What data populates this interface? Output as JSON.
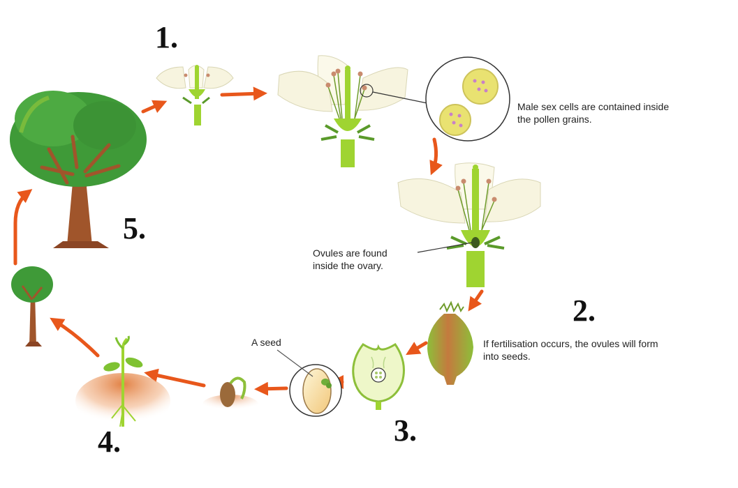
{
  "stages": {
    "s1": "1.",
    "s2": "2.",
    "s3": "3.",
    "s4": "4.",
    "s5": "5."
  },
  "captions": {
    "pollen": [
      "Male sex cells are contained inside",
      "the pollen grains."
    ],
    "ovules": [
      "Ovules are found",
      "inside the ovary."
    ],
    "fertilisation": [
      "If fertilisation occurs, the ovules will form",
      "into seeds."
    ],
    "seed": [
      "A seed"
    ]
  },
  "colors": {
    "arrow": "#e8571b",
    "petal": "#f7f4df",
    "stem": "#9fd431",
    "leaf": "#5a9a2a",
    "canopy": "#3f9a38",
    "trunk": "#a0552b",
    "pollen": "#e9e271",
    "soil": "#e07a3a"
  },
  "icons": [
    "flower-icon",
    "open-flower-icon",
    "pollen-grains-icon",
    "pollinated-flower-icon",
    "ovary-fruit-icon",
    "cut-fruit-icon",
    "seed-icon",
    "germinating-seed-icon",
    "seedling-icon",
    "young-tree-icon",
    "mature-tree-icon"
  ]
}
